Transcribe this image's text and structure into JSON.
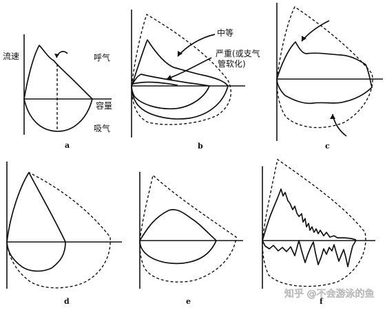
{
  "panels": [
    {
      "id": "a",
      "label": "a",
      "annotations": [
        "流速",
        "呼气",
        "容量",
        "吸气"
      ]
    },
    {
      "id": "b",
      "label": "b",
      "annotations": [
        "中等",
        "严重(或支气",
        "管软化)"
      ]
    },
    {
      "id": "c",
      "label": "c",
      "annotations": []
    },
    {
      "id": "d",
      "label": "d",
      "annotations": []
    },
    {
      "id": "e",
      "label": "e",
      "annotations": []
    },
    {
      "id": "f",
      "label": "f",
      "annotations": []
    }
  ],
  "watermark": "知乎 @不会游泳的鱼"
}
